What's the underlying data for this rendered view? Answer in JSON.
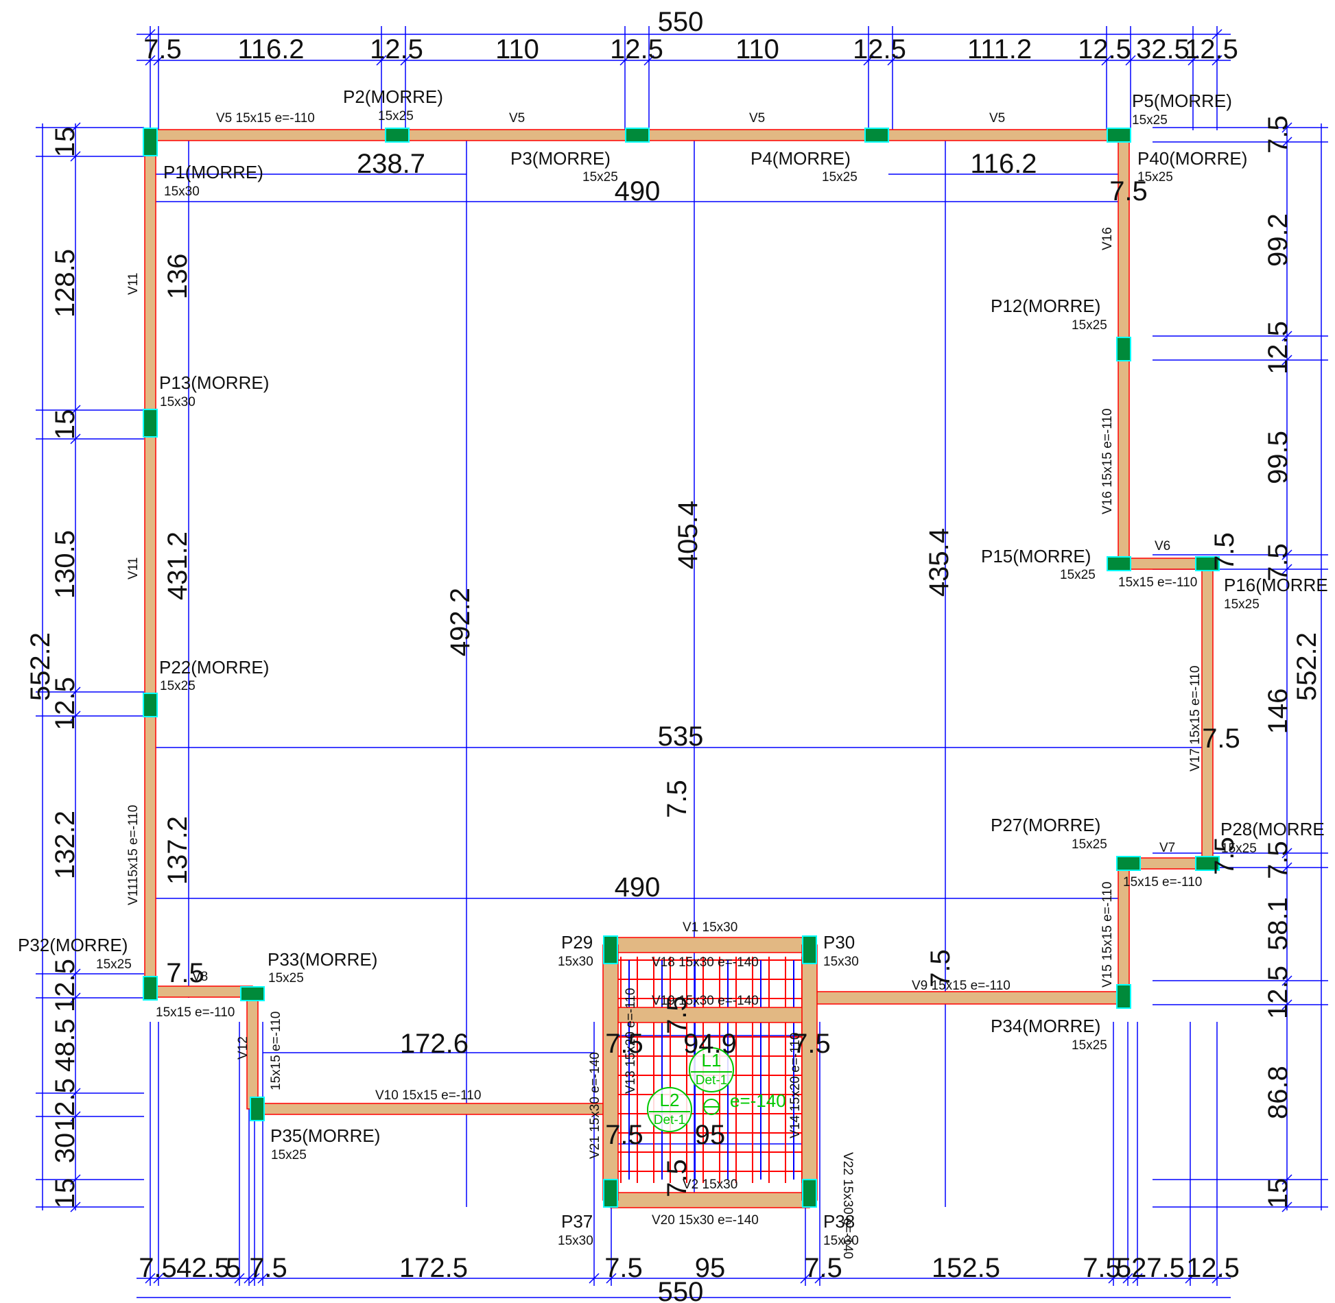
{
  "colors": {
    "dimension": "#0000ff",
    "beam_fill": "#e2b883",
    "beam_edge": "#ff0000",
    "column": "#008a3a",
    "column_edge": "#00ffff",
    "slab": "#00c800"
  },
  "dims_top": {
    "overall": "550",
    "segments": [
      "7.5",
      "116.2",
      "12.5",
      "110",
      "12.5",
      "110",
      "12.5",
      "111.2",
      "12.5",
      "32.5",
      "12.5"
    ]
  },
  "dims_bottom": {
    "overall": "550",
    "segments": [
      "7.5",
      "42.5",
      "5",
      "7.5",
      "172.5",
      "7.5",
      "95",
      "7.5",
      "152.5",
      "7.5",
      "5",
      "27.5",
      "12.5"
    ]
  },
  "dims_left": {
    "overall": "552.2",
    "segments": [
      "15",
      "128.5",
      "15",
      "130.5",
      "12.5",
      "132.2",
      "12.5",
      "48.5",
      "12.5",
      "30",
      "15"
    ]
  },
  "dims_right": {
    "overall": "552.2",
    "segments": [
      "7.5",
      "99.2",
      "12.5",
      "99.5",
      "7.5",
      "146",
      "7.5",
      "58.1",
      "12.5",
      "86.8",
      "15"
    ]
  },
  "dims_inner": [
    "238.7",
    "490",
    "116.2",
    "7.5",
    "136",
    "431.2",
    "137.2",
    "492.2",
    "405.4",
    "435.4",
    "535",
    "490",
    "7.5",
    "7.5",
    "7.5",
    "7.5",
    "7.5",
    "7.5",
    "7.5",
    "172.6",
    "7.5",
    "94.9",
    "95",
    "7.5",
    "7.5",
    "7.5"
  ],
  "columns": [
    {
      "name": "P1(MORRE)",
      "size": "15x30"
    },
    {
      "name": "P2(MORRE)",
      "size": "15x25"
    },
    {
      "name": "P3(MORRE)",
      "size": "15x25"
    },
    {
      "name": "P4(MORRE)",
      "size": "15x25"
    },
    {
      "name": "P5(MORRE)",
      "size": "15x25"
    },
    {
      "name": "P40(MORRE)",
      "size": "15x25"
    },
    {
      "name": "P12(MORRE)",
      "size": "15x25"
    },
    {
      "name": "P13(MORRE)",
      "size": "15x30"
    },
    {
      "name": "P15(MORRE)",
      "size": "15x25"
    },
    {
      "name": "P16(MORRE",
      "size": "15x25"
    },
    {
      "name": "P22(MORRE)",
      "size": "15x25"
    },
    {
      "name": "P27(MORRE)",
      "size": "15x25"
    },
    {
      "name": "P28(MORRE",
      "size": "15x25"
    },
    {
      "name": "P29",
      "size": "15x30"
    },
    {
      "name": "P30",
      "size": "15x30"
    },
    {
      "name": "P32(MORRE)",
      "size": "15x25"
    },
    {
      "name": "P33(MORRE)",
      "size": "15x25"
    },
    {
      "name": "P34(MORRE)",
      "size": "15x25"
    },
    {
      "name": "P35(MORRE)",
      "size": "15x25"
    },
    {
      "name": "P37",
      "size": "15x30"
    },
    {
      "name": "P38",
      "size": "15x30"
    }
  ],
  "beams": [
    "V5 15x15 e=-110",
    "V5",
    "V5",
    "V5",
    "V11",
    "V11",
    "V1115x15 e=-110",
    "V16",
    "V16 15x15 e=-110",
    "V6",
    "15x15 e=-110",
    "V17 15x15 e=-110",
    "V7",
    "15x15 e=-110",
    "V15 15x15 e=-110",
    "V8",
    "15x15 e=-110",
    "V12",
    "15x15 e=-110",
    "V10 15x15 e=-110",
    "V9 15x15 e=-110",
    "V1 15x30",
    "V18 15x30 e=-140",
    "V19 15x30 e=-140",
    "V2 15x30",
    "V20 15x30 e=-140",
    "V13 15x20 e=-110",
    "V14 15x20 e=-110",
    "V21 15x30 e=-140",
    "V22 15x30 e=-140"
  ],
  "slabs": [
    {
      "id": "L1",
      "detail": "Det-1"
    },
    {
      "id": "L2",
      "detail": "Det-1"
    }
  ],
  "slab_level": "e=-140"
}
